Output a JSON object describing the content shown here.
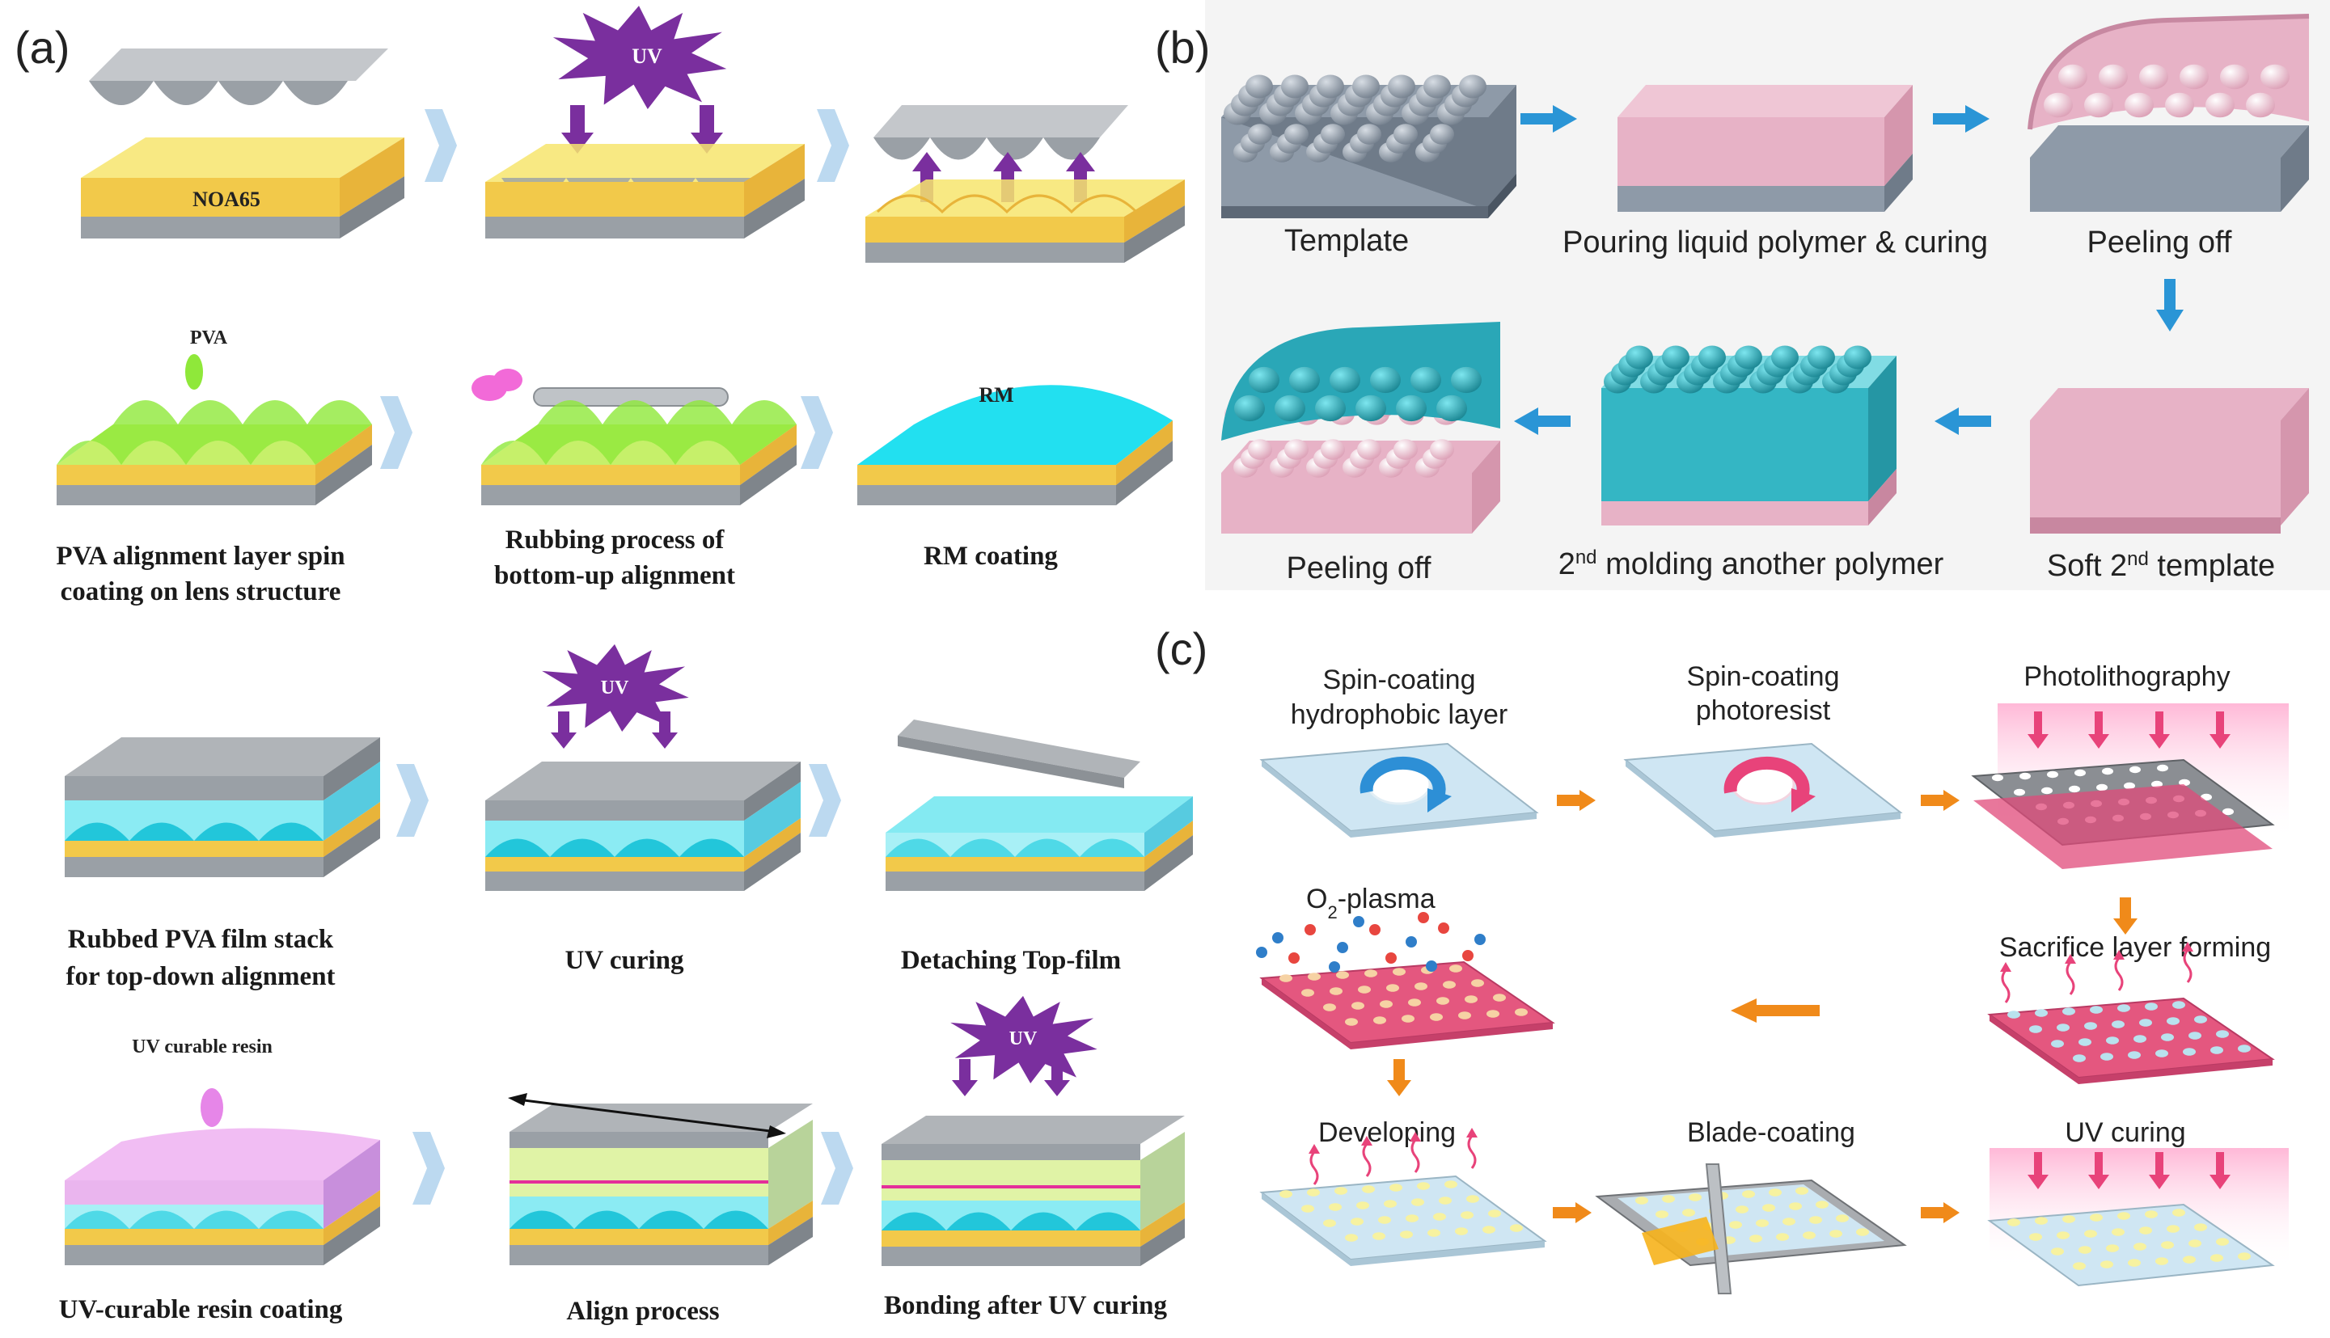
{
  "panels": {
    "a": {
      "letter": "(a)",
      "noa": "NOA65",
      "pva": "PVA",
      "rm": "RM",
      "uv": "UV",
      "uv_resin": "UV curable resin",
      "captions": {
        "pva_line1": "PVA alignment layer spin",
        "pva_line2": "coating on lens structure",
        "rub_line1": "Rubbing process of",
        "rub_line2": "bottom-up alignment",
        "rm": "RM coating",
        "stack_line1": "Rubbed PVA film stack",
        "stack_line2": "for top-down alignment",
        "uvcuring": "UV curing",
        "detach": "Detaching Top-film",
        "resin": "UV-curable resin coating",
        "align": "Align process",
        "bond": "Bonding after UV curing"
      }
    },
    "b": {
      "letter": "(b)",
      "labels": {
        "template": "Template",
        "pouring": "Pouring liquid polymer & curing",
        "peel1": "Peeling off",
        "soft_pre": "Soft 2",
        "soft_sup": "nd",
        "soft_post": " template",
        "mold_pre": "2",
        "mold_sup": "nd",
        "mold_post": " molding another polymer",
        "peel2": "Peeling off"
      }
    },
    "c": {
      "letter": "(c)",
      "labels": {
        "spin1_line1": "Spin-coating",
        "spin1_line2": "hydrophobic layer",
        "spin2_line1": "Spin-coating",
        "spin2_line2": "photoresist",
        "photo": "Photolithography",
        "o2_pre": "O",
        "o2_sub": "2",
        "o2_post": "-plasma",
        "sacrifice": "Sacrifice layer forming",
        "developing": "Developing",
        "blade": "Blade-coating",
        "uvcuring": "UV curing"
      }
    }
  },
  "colors": {
    "arrow_a": "#bcd9f0",
    "arrow_b": "#2a95d6",
    "arrow_c": "#f08a1a",
    "uv_star": "#7a2f9e",
    "yellow_layer": "#f8df6a",
    "cyan_rm": "#22e0f0",
    "lens_green": "#8fe83a",
    "pink_template": "#eab0c4",
    "gray_template": "#8e9aa8",
    "teal_mold": "#2aa7b7",
    "pink_plate": "#e4577f",
    "blue_plate": "#cce6f3"
  }
}
